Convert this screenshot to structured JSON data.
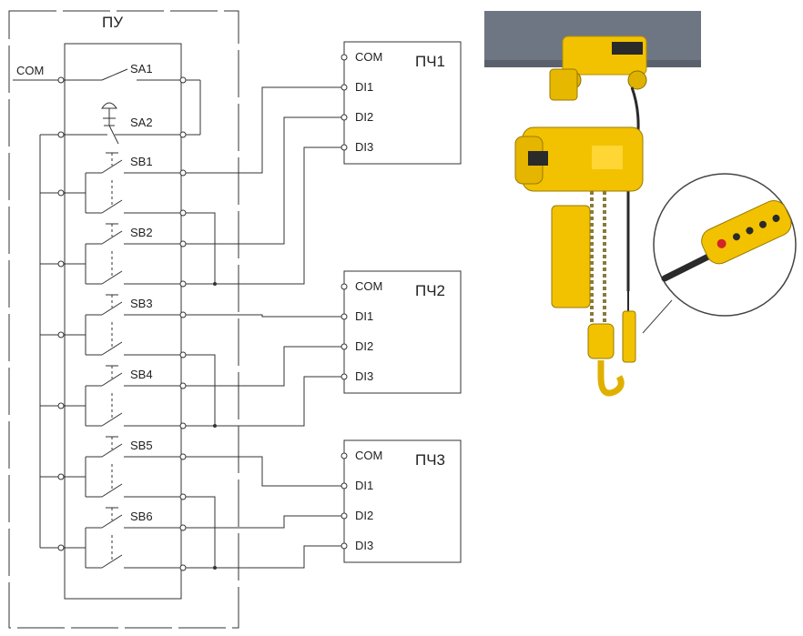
{
  "panel": {
    "title": "ПУ",
    "com_label": "COM",
    "switches": [
      "SA1",
      "SA2",
      "SB1",
      "SB2",
      "SB3",
      "SB4",
      "SB5",
      "SB6"
    ]
  },
  "drives": [
    {
      "title": "ПЧ1",
      "com": "COM",
      "inputs": [
        "DI1",
        "DI2",
        "DI3"
      ]
    },
    {
      "title": "ПЧ2",
      "com": "COM",
      "inputs": [
        "DI1",
        "DI2",
        "DI3"
      ]
    },
    {
      "title": "ПЧ3",
      "com": "COM",
      "inputs": [
        "DI1",
        "DI2",
        "DI3"
      ]
    }
  ],
  "colors": {
    "line": "#333333",
    "hoist_yellow": "#f2c200",
    "hoist_dark": "#2a2a2a",
    "beam": "#6e7684",
    "pendant_button_red": "#d2232a"
  }
}
